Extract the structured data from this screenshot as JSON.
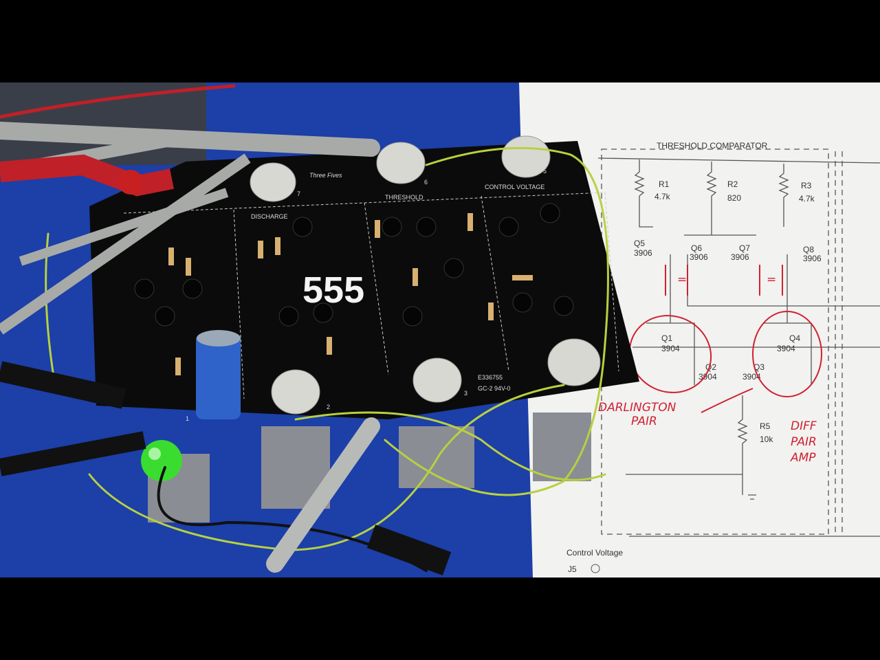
{
  "board": {
    "title": "555",
    "brand": "Three Fives",
    "sections": [
      "DISCHARGE",
      "THRESHOLD",
      "CONTROL VOLTAGE"
    ],
    "marking_1": "E336755",
    "marking_2": "GC-2 94V-0",
    "pin_numbers": [
      "7",
      "6",
      "5",
      "2",
      "3",
      "1"
    ]
  },
  "schematic": {
    "title": "THRESHOLD COMPARATOR",
    "resistors": [
      {
        "ref": "R1",
        "value": "4.7k"
      },
      {
        "ref": "R2",
        "value": "820"
      },
      {
        "ref": "R3",
        "value": "4.7k"
      },
      {
        "ref": "R5",
        "value": "10k"
      }
    ],
    "transistors": [
      {
        "ref": "Q5",
        "part": "3906"
      },
      {
        "ref": "Q6",
        "part": "3906"
      },
      {
        "ref": "Q7",
        "part": "3906"
      },
      {
        "ref": "Q8",
        "part": "3906"
      },
      {
        "ref": "Q1",
        "part": "3904"
      },
      {
        "ref": "Q2",
        "part": "3904"
      },
      {
        "ref": "Q3",
        "part": "3904"
      },
      {
        "ref": "Q4",
        "part": "3904"
      }
    ],
    "connector_label": "Control Voltage",
    "connector_ref": "J5"
  },
  "annotations": {
    "darlington_1": "DARLINGTON",
    "darlington_2": "PAIR",
    "diff_1": "DIFF",
    "diff_2": "PAIR",
    "diff_3": "AMP",
    "equal_sign": "="
  },
  "colors": {
    "mat": "#1c3fa8",
    "pcb": "#0b0b0b",
    "paper": "#f2f2f0",
    "wire_yellow_green": "#b8d040",
    "ink_red": "#d02030",
    "led_green": "#3adc30"
  }
}
